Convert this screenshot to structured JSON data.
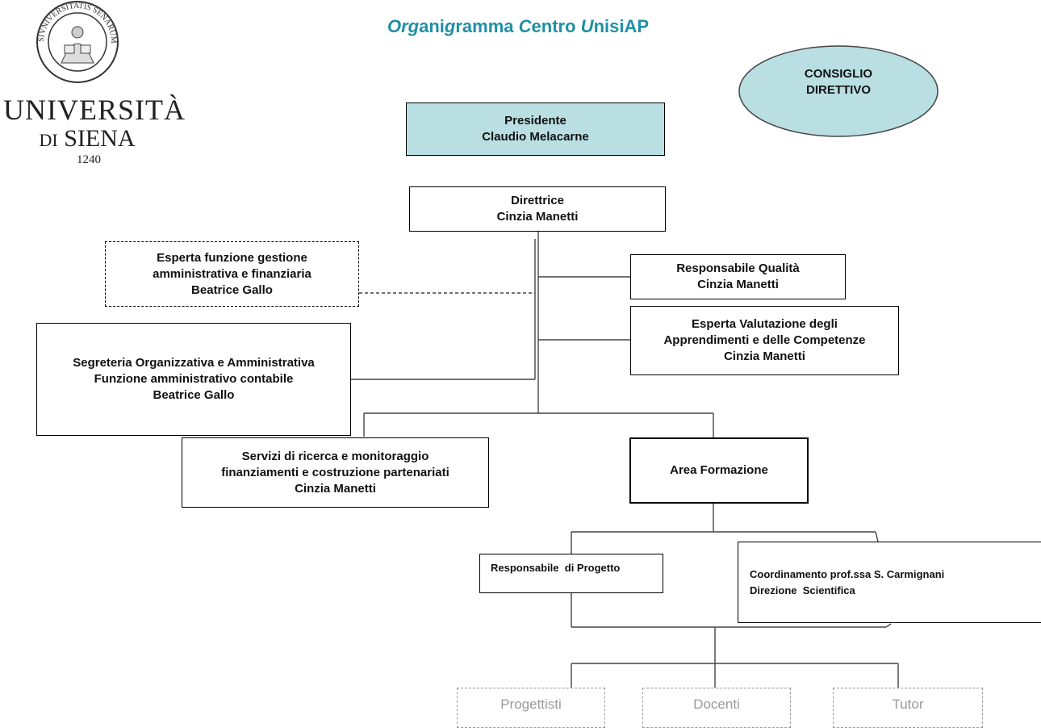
{
  "title": {
    "part1": "Org",
    "part2": "ani",
    "part3": "g",
    "part4": "ramma ",
    "part5": "C",
    "part6": "entro ",
    "part7": "U",
    "part8": "nisiAP"
  },
  "logo": {
    "university": "UNIVERSITÀ",
    "di": "DI",
    "siena": "SIENA",
    "year": "1240",
    "seal_text": "SIVNIVERSITATIS SENARUM MCCXXXX"
  },
  "consiglio": {
    "line1": "CONSIGLIO",
    "line2": "DIRETTIVO"
  },
  "presidente": {
    "line1": "Presidente",
    "line2": "Claudio Melacarne"
  },
  "direttrice": {
    "line1": "Direttrice",
    "line2": "Cinzia Manetti"
  },
  "esperta_funzione": {
    "line1": "Esperta funzione gestione",
    "line2": "amministrativa e finanziaria",
    "line3": "Beatrice Gallo"
  },
  "responsabile_qualita": {
    "line1": "Responsabile Qualità",
    "line2": "Cinzia Manetti"
  },
  "esperta_valutazione": {
    "line1": "Esperta Valutazione degli",
    "line2": "Apprendimenti e delle Competenze",
    "line3": "Cinzia Manetti"
  },
  "segreteria": {
    "line1": "Segreteria Organizzativa e Amministrativa",
    "line2": "Funzione amministrativo contabile",
    "line3": "Beatrice Gallo"
  },
  "servizi": {
    "line1": "Servizi di ricerca e monitoraggio",
    "line2": "finanziamenti e costruzione partenariati",
    "line3": "Cinzia Manetti"
  },
  "area_formazione": {
    "label": "Area Formazione"
  },
  "responsabile_progetto": {
    "label": "Responsabile  di Progetto"
  },
  "coordinamento": {
    "line1": "Coordinamento prof.ssa S. Carmignani",
    "line2": "Direzione  Scientifica"
  },
  "bottom": {
    "progettisti": "Progettisti",
    "docenti": "Docenti",
    "tutor": "Tutor"
  },
  "colors": {
    "teal_fill": "#b9dfe3",
    "title_color": "#1f8fa6"
  }
}
